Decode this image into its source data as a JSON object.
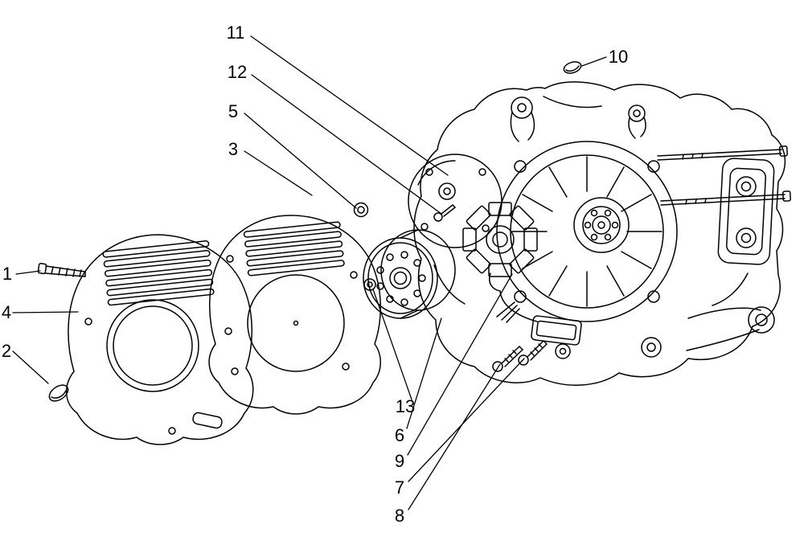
{
  "diagram": {
    "background": "#ffffff",
    "line_color": "#000000",
    "callouts": [
      {
        "label": "11"
      },
      {
        "label": "12"
      },
      {
        "label": "5"
      },
      {
        "label": "3"
      },
      {
        "label": "10"
      },
      {
        "label": "1"
      },
      {
        "label": "4"
      },
      {
        "label": "2"
      },
      {
        "label": "13"
      },
      {
        "label": "6"
      },
      {
        "label": "9"
      },
      {
        "label": "7"
      },
      {
        "label": "8"
      }
    ]
  }
}
